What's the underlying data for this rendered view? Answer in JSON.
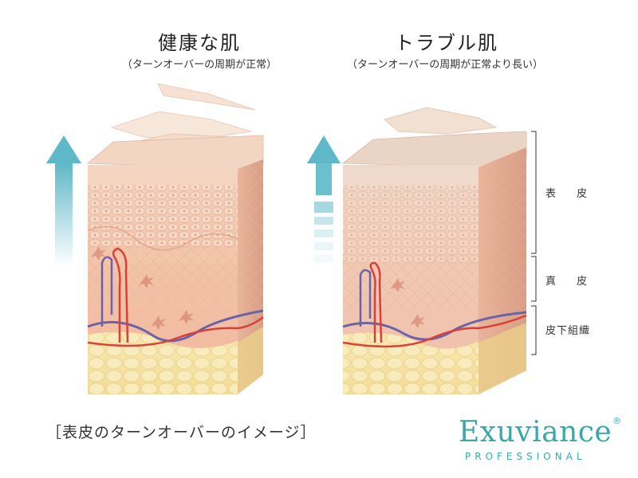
{
  "panels": {
    "healthy": {
      "title": "健康な肌",
      "subtitle": "（ターンオーバーの周期が正常）"
    },
    "trouble": {
      "title": "トラブル肌",
      "subtitle": "（ターンオーバーの周期が正常より長い）"
    }
  },
  "layers": {
    "epidermis": "表皮",
    "dermis": "真皮",
    "subcutaneous": "皮下組織"
  },
  "caption": "［表皮のターンオーバーのイメージ］",
  "brand": {
    "name": "Exuviance",
    "mark": "®",
    "sub": "PROFESSIONAL"
  },
  "colors": {
    "brand": "#3aa8ab",
    "arrow": "#5fb8c8",
    "artery": "#d8413a",
    "vein": "#6c62a8",
    "fat": "#f6e4a6",
    "skin": "#f3c9ad"
  }
}
